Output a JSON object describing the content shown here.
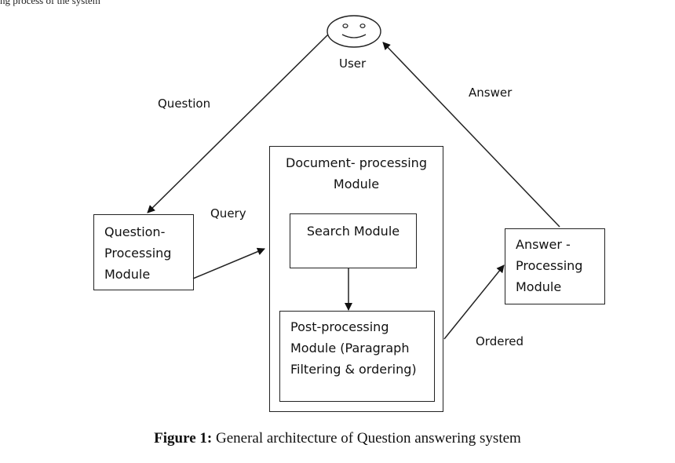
{
  "top_fragment": "ng process of the system",
  "user": {
    "label": "User"
  },
  "edges": {
    "question": "Question",
    "answer": "Answer",
    "query": "Query",
    "ordered": "Ordered"
  },
  "modules": {
    "question_processing": [
      "Question-",
      "Processing",
      "Module"
    ],
    "document_processing": [
      "Document- processing",
      "Module"
    ],
    "search": "Search Module",
    "post_processing": [
      "Post-processing",
      "Module (Paragraph",
      "Filtering & ordering)"
    ],
    "answer_processing": [
      "Answer -",
      "Processing",
      "Module"
    ]
  },
  "caption": {
    "label": "Figure 1:",
    "text": " General architecture of Question answering system"
  }
}
